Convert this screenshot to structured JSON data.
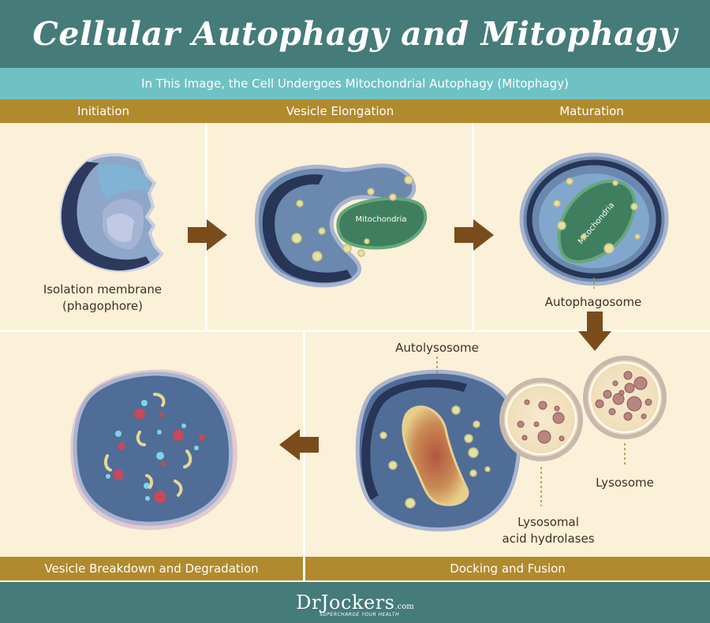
{
  "title": "Cellular Autophagy and Mitophagy",
  "subtitle": "In This Image, the Cell Undergoes Mitochondrial Autophagy (Mitophagy)",
  "stages_top": [
    "Initiation",
    "Vesicle Elongation",
    "Maturation"
  ],
  "stages_bottom": [
    "Vesicle Breakdown and Degradation",
    "Docking and Fusion"
  ],
  "labels": {
    "isolation_membrane": "Isolation membrane\n(phagophore)",
    "mitochondria_1": "Mitochondria",
    "mitochondria_2": "Mitochondria",
    "autophagosome": "Autophagosome",
    "autolysosome": "Autolysosome",
    "lysosome": "Lysosome",
    "lysosomal_acid_hydrolases": "Lysosomal\nacid hydrolases"
  },
  "footer": {
    "brand": "DrJockers",
    "dotcom": ".com",
    "tagline": "SUPERCHARGE YOUR HEALTH"
  },
  "colors": {
    "title_bg": "#457b79",
    "subtitle_bg": "#6fc2c4",
    "stage_bar": "#b08a2d",
    "panel_bg": "#fbf0d8",
    "arrow": "#7a4c1c"
  }
}
